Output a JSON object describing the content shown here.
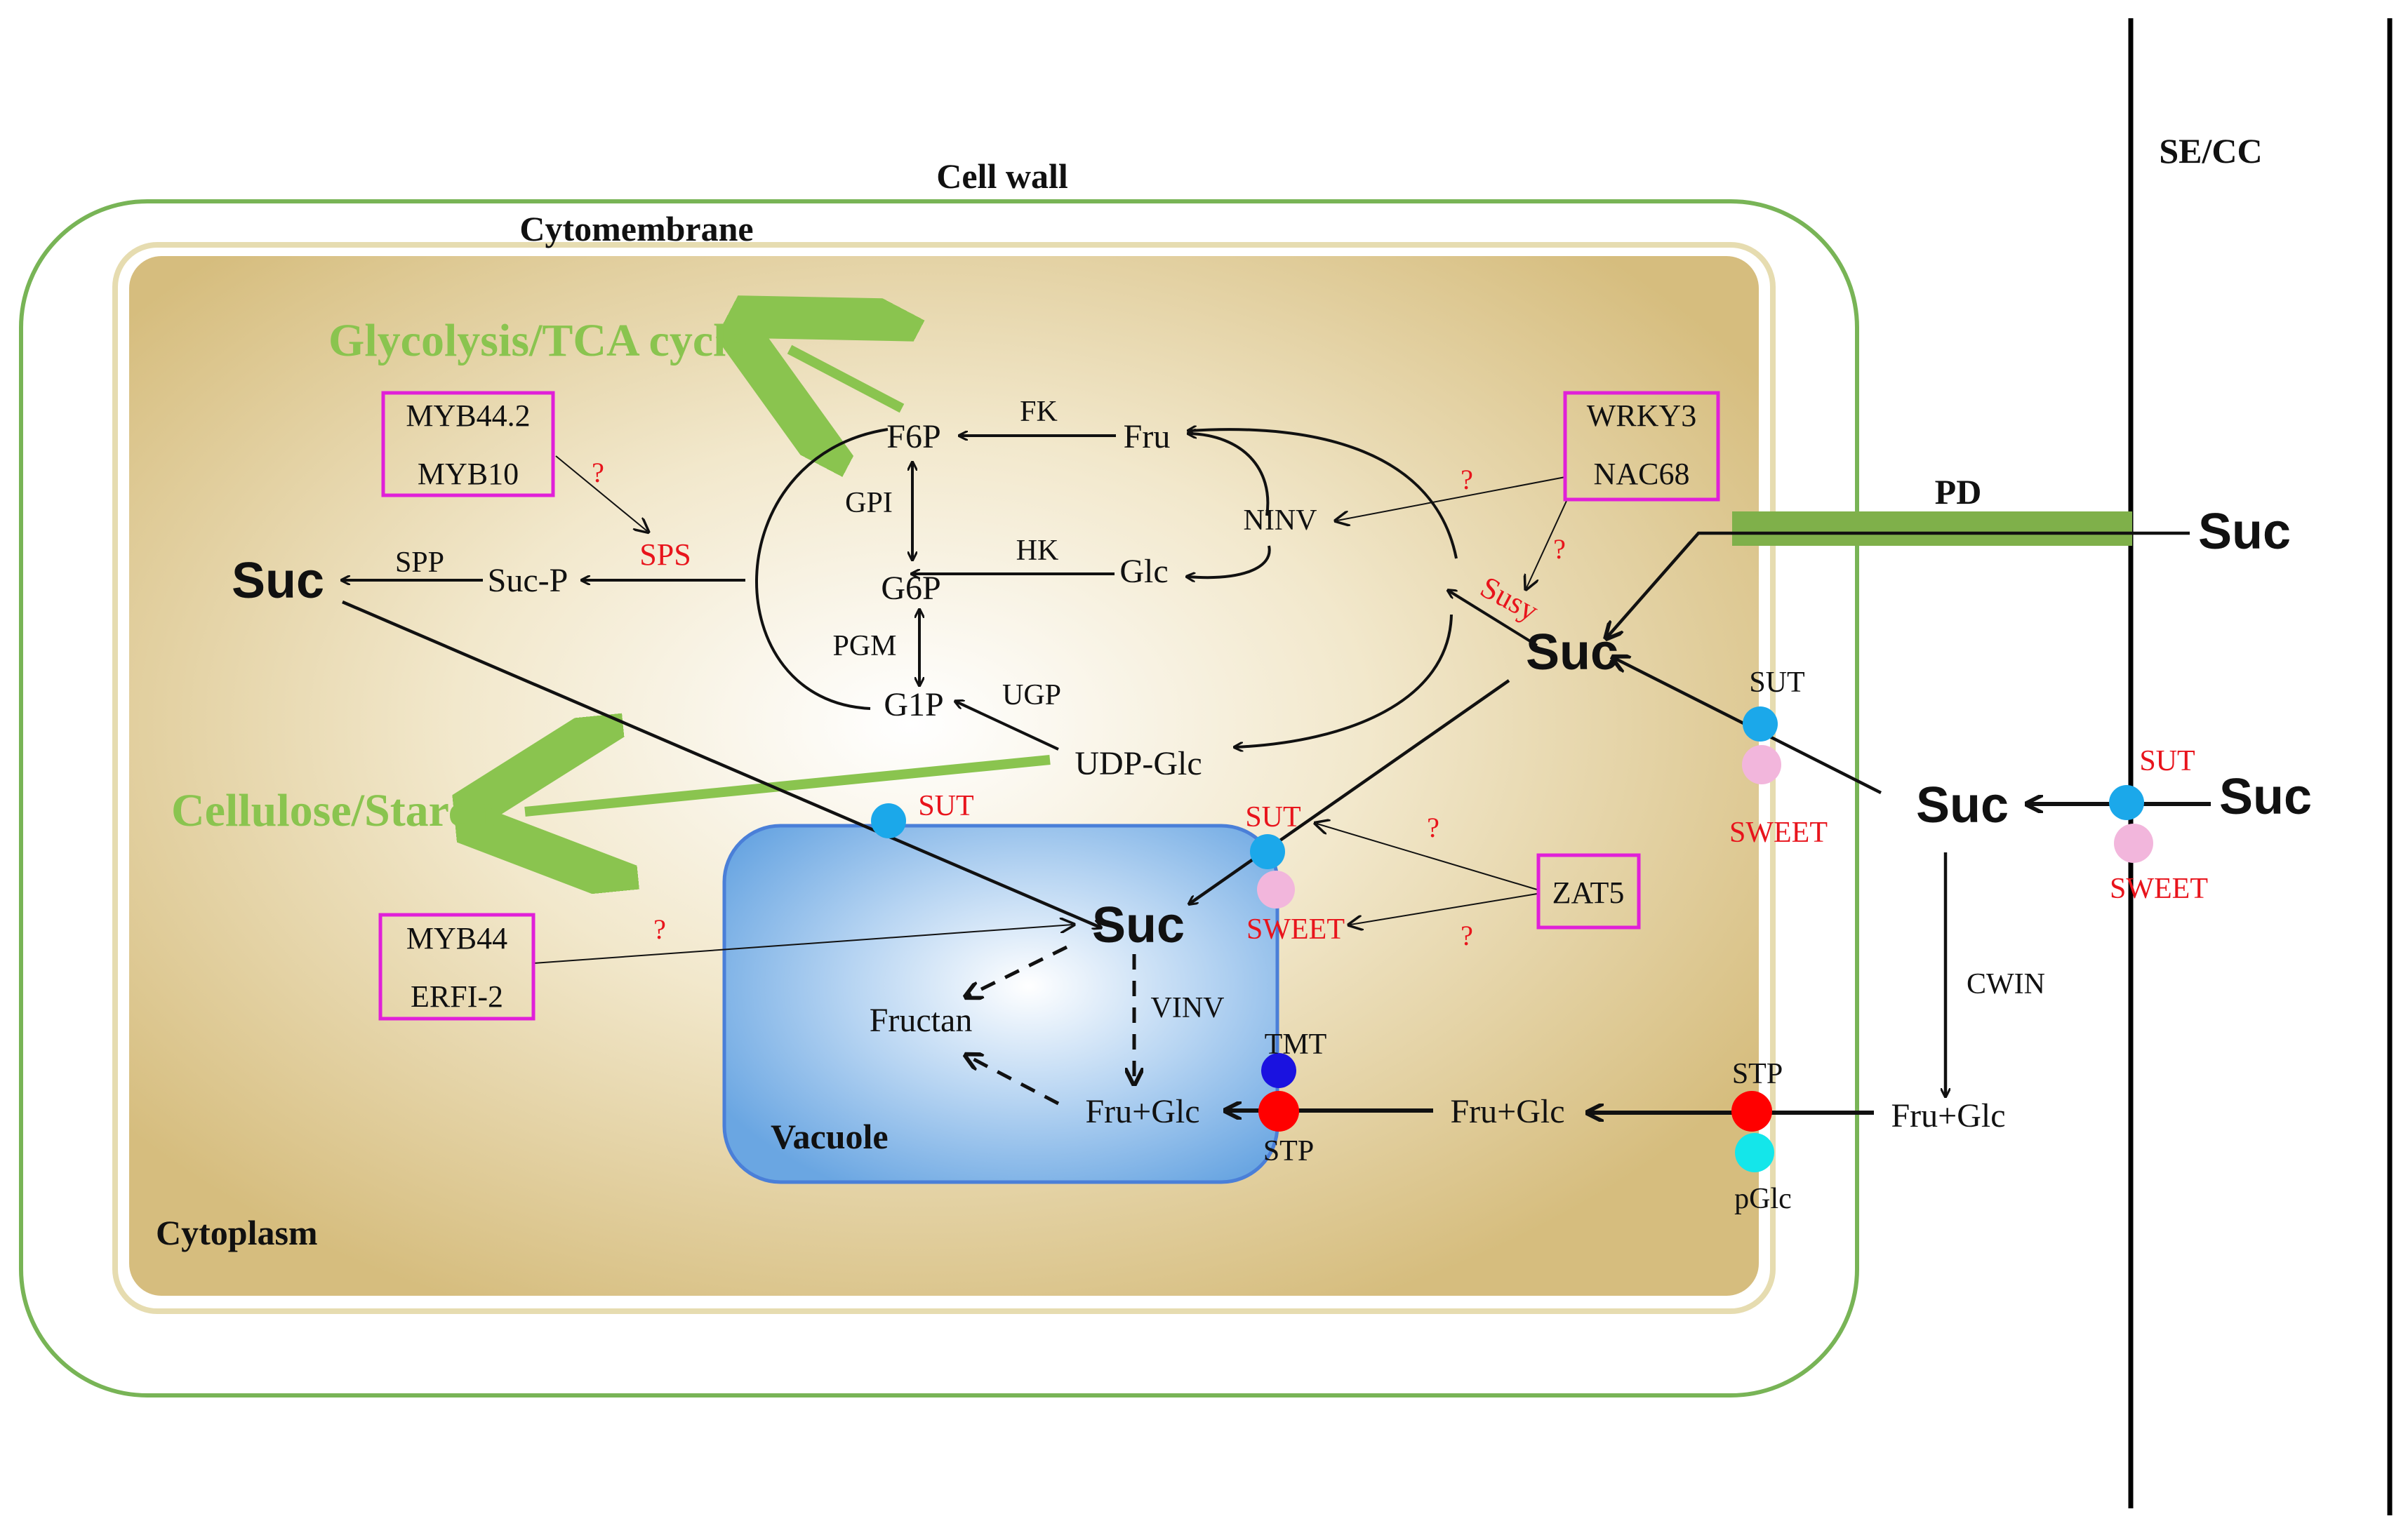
{
  "labels": {
    "cell_wall": "Cell wall",
    "cytomembrane": "Cytomembrane",
    "cytoplasm": "Cytoplasm",
    "vacuole": "Vacuole",
    "se_cc": "SE/CC",
    "pd": "PD"
  },
  "pathways": {
    "glycolysis": "Glycolysis/TCA cycle",
    "cellulose": "Cellulose/Starch"
  },
  "metabolites": {
    "f6p": "F6P",
    "fru": "Fru",
    "g6p": "G6P",
    "glc": "Glc",
    "g1p": "G1P",
    "udp_glc": "UDP-Glc",
    "suc_p": "Suc-P",
    "suc": "Suc",
    "fructan": "Fructan",
    "fru_glc": "Fru+Glc"
  },
  "enzymes": {
    "fk": "FK",
    "gpi": "GPI",
    "hk": "HK",
    "pgm": "PGM",
    "ugp": "UGP",
    "ninv": "NINV",
    "spp": "SPP",
    "sps": "SPS",
    "susy": "Susy",
    "vinv": "VINV",
    "cwin": "CWIN"
  },
  "transporters": {
    "sut": "SUT",
    "sweet": "SWEET",
    "tmt": "TMT",
    "stp": "STP",
    "pglc": "pGlc"
  },
  "regulators": {
    "myb44_2": "MYB44.2",
    "myb10": "MYB10",
    "wrky3": "WRKY3",
    "nac68": "NAC68",
    "myb44": "MYB44",
    "erfi_2": "ERFI-2",
    "zat5": "ZAT5"
  },
  "unknown_mark": "?",
  "colors": {
    "green": "#8ac44f",
    "red_label": "#e8141c",
    "regulator_box": "#e020d8",
    "sut_blue": "#1ba8ea",
    "sweet_pink": "#f2b6dc",
    "stp_red": "#ff0000",
    "tmt_blue": "#1a12e0",
    "pglc_cyan": "#14e6ea",
    "vacuole": "#6aa6e2",
    "cytoplasm": "#d7bf80"
  }
}
